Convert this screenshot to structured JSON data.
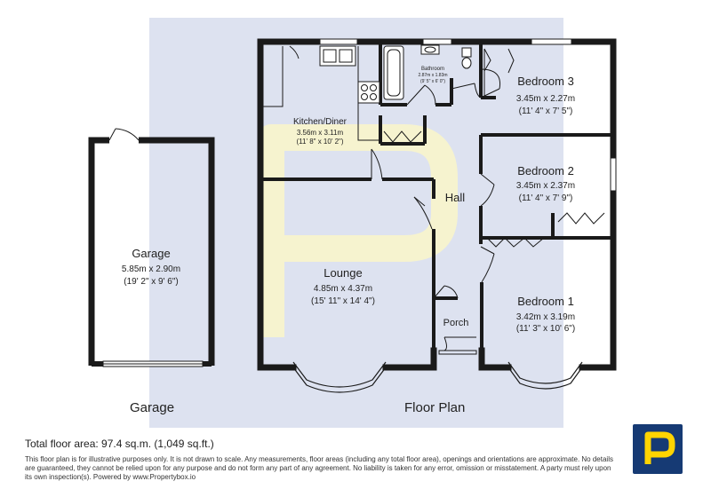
{
  "brand": {
    "watermark_color": "#dde2f0",
    "watermark_p": "#f6f3cf",
    "wall_color": "#1a1a1a",
    "logo_bg": "#163a74",
    "logo_fg": "#ffd400"
  },
  "rooms": {
    "kitchen": {
      "name": "Kitchen/Diner",
      "metric": "3.56m x 3.11m",
      "imperial": "(11' 8\" x 10' 2\")"
    },
    "bathroom": {
      "name": "Bathroom",
      "metric": "2.87m x 1.83m",
      "imperial": "(9' 5\" x 6' 0\")"
    },
    "bedroom3": {
      "name": "Bedroom 3",
      "metric": "3.45m x 2.27m",
      "imperial": "(11' 4\" x 7' 5\")"
    },
    "bedroom2": {
      "name": "Bedroom 2",
      "metric": "3.45m x 2.37m",
      "imperial": "(11' 4\" x 7' 9\")"
    },
    "hall": {
      "name": "Hall"
    },
    "lounge": {
      "name": "Lounge",
      "metric": "4.85m x 4.37m",
      "imperial": "(15' 11\" x 14' 4\")"
    },
    "porch": {
      "name": "Porch"
    },
    "bedroom1": {
      "name": "Bedroom 1",
      "metric": "3.42m x 3.19m",
      "imperial": "(11' 3\" x 10' 6\")"
    },
    "garage": {
      "name": "Garage",
      "metric": "5.85m x 2.90m",
      "imperial": "(19' 2\" x 9' 6\")"
    }
  },
  "captions": {
    "garage": "Garage",
    "floor_plan": "Floor Plan"
  },
  "footer": {
    "total_area": "Total floor area: 97.4 sq.m. (1,049 sq.ft.)",
    "disclaimer": "This floor plan is for illustrative purposes only. It is not drawn to scale. Any measurements, floor areas (including any total floor area), openings and orientations are approximate. No details are guaranteed, they cannot be relied upon for any purpose and do not form any part of any agreement. No liability is taken for any error, omission or misstatement. A party must rely upon its own inspection(s). Powered by www.Propertybox.io"
  },
  "logo": {
    "letter": "P"
  }
}
